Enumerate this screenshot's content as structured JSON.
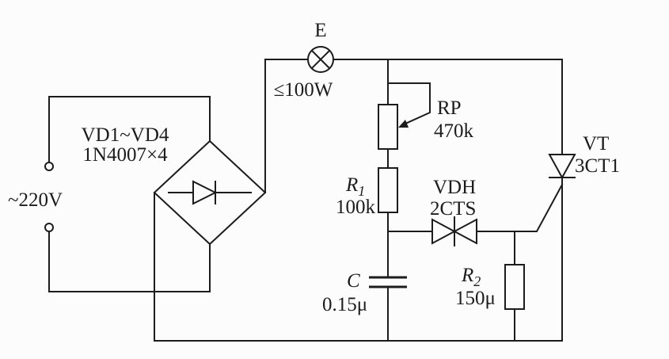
{
  "colors": {
    "ink": "#1c1c1c",
    "background": "#fcfcfc"
  },
  "labels": {
    "ac_voltage": "~220V",
    "bridge_name": "VD1~VD4",
    "bridge_part": "1N4007×4",
    "lamp_name": "E",
    "lamp_rating": "≤100W",
    "rp_name": "RP",
    "rp_value": "470k",
    "r1_name": "R",
    "r1_sub": "1",
    "r1_value": "100k",
    "c_name": "C",
    "c_value": "0.15μ",
    "diac_name": "VDH",
    "diac_part": "2CTS",
    "r2_name": "R",
    "r2_sub": "2",
    "r2_value": "150μ",
    "vt_name": "VT",
    "vt_part": "3CT1"
  }
}
